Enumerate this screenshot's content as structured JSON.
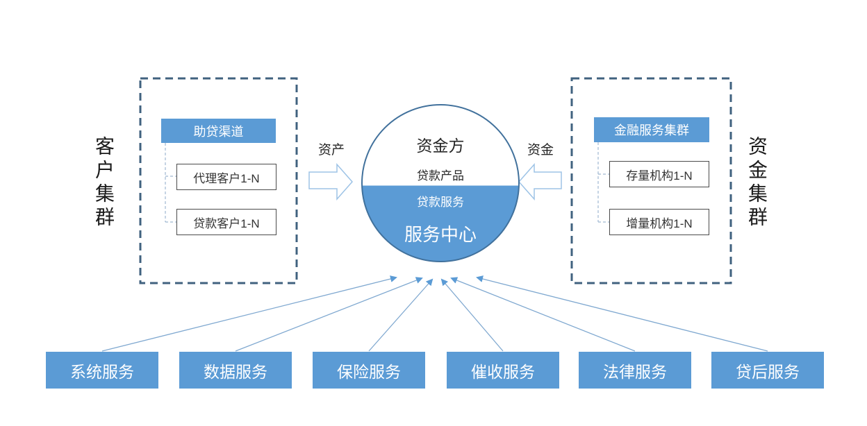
{
  "colors": {
    "accent_blue": "#5B9BD5",
    "cluster_dash_border": "#40627F",
    "circle_border": "#41719C",
    "thin_arrow_line": "#7FA8D0",
    "arrowhead": "#5B9BD5",
    "tree_connector": "#9FB8D1",
    "block_arrow_border": "#9DC3E6"
  },
  "center_circle": {
    "top_title": "资金方",
    "top_subtitle": "贷款产品",
    "bottom_subtitle": "贷款服务",
    "bottom_title": "服务中心"
  },
  "flows": {
    "asset_label": "资产",
    "fund_label": "资金"
  },
  "clusters": {
    "left": {
      "side_label": "客户集群",
      "header": "助贷渠道",
      "items": [
        "代理客户1-N",
        "贷款客户1-N"
      ]
    },
    "right": {
      "side_label": "资金集群",
      "header": "金融服务集群",
      "items": [
        "存量机构1-N",
        "增量机构1-N"
      ]
    }
  },
  "services": [
    "系统服务",
    "数据服务",
    "保险服务",
    "催收服务",
    "法律服务",
    "贷后服务"
  ]
}
